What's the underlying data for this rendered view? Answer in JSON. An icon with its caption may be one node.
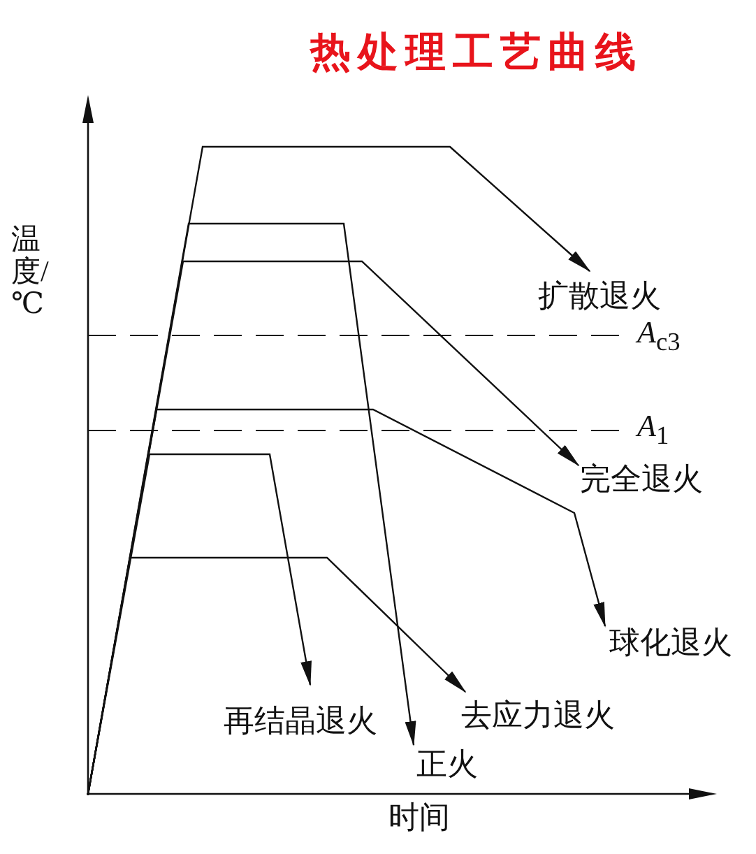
{
  "diagram": {
    "title": "热处理工艺曲线",
    "nodes": [
      {
        "text": [
          "扩散退火"
        ]
      },
      {
        "text": [
          "完全退火"
        ]
      },
      {
        "text": [
          "球化退火"
        ]
      },
      {
        "text": [
          "去应力退火"
        ]
      },
      {
        "text": [
          "再结晶退火"
        ]
      },
      {
        "text": [
          "正火"
        ]
      }
    ],
    "edges": [
      {
        "from": null,
        "to": 0,
        "arrow": "to"
      },
      {
        "from": null,
        "to": 1,
        "arrow": "to"
      },
      {
        "from": null,
        "to": 2,
        "arrow": "to"
      },
      {
        "from": null,
        "to": 3,
        "arrow": "to"
      },
      {
        "from": null,
        "to": 4,
        "arrow": "to"
      },
      {
        "from": null,
        "to": 5,
        "arrow": "to"
      }
    ],
    "labels": [
      "*A*$_{c3}$",
      "*A*$_{1}$",
      "温度/℃",
      "时间"
    ]
  }
}
